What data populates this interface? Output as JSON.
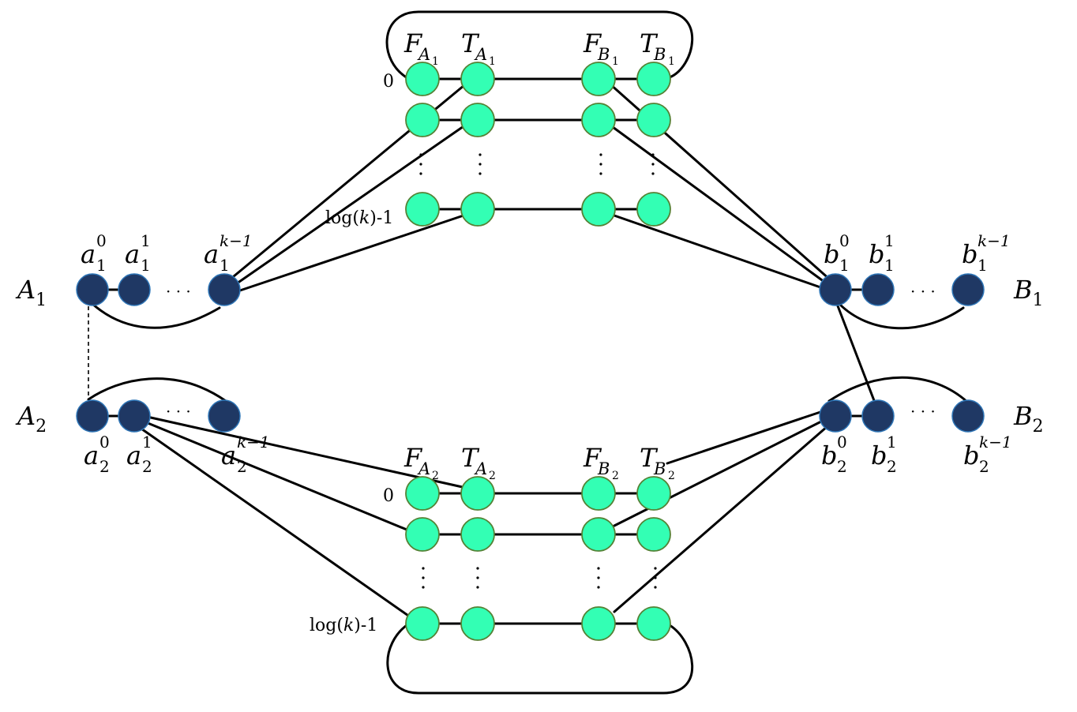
{
  "groups": {
    "A1": {
      "main": "A",
      "sub": "1"
    },
    "A2": {
      "main": "A",
      "sub": "2"
    },
    "B1": {
      "main": "B",
      "sub": "1"
    },
    "B2": {
      "main": "B",
      "sub": "2"
    }
  },
  "vertex_labels": {
    "a10": {
      "main": "a",
      "sub": "1",
      "sup": "0"
    },
    "a11": {
      "main": "a",
      "sub": "1",
      "sup": "1"
    },
    "a1k": {
      "main": "a",
      "sub": "1",
      "sup": "k−1"
    },
    "a20": {
      "main": "a",
      "sub": "2",
      "sup": "0"
    },
    "a21": {
      "main": "a",
      "sub": "2",
      "sup": "1"
    },
    "a2k": {
      "main": "a",
      "sub": "2",
      "sup": "k−1"
    },
    "b10": {
      "main": "b",
      "sub": "1",
      "sup": "0"
    },
    "b11": {
      "main": "b",
      "sub": "1",
      "sup": "1"
    },
    "b1k": {
      "main": "b",
      "sub": "1",
      "sup": "k−1"
    },
    "b20": {
      "main": "b",
      "sub": "2",
      "sup": "0"
    },
    "b21": {
      "main": "b",
      "sub": "2",
      "sup": "1"
    },
    "b2k": {
      "main": "b",
      "sub": "2",
      "sup": "k−1"
    }
  },
  "gadget_columns": {
    "FA1": {
      "main": "F",
      "sub": "A",
      "subsub": "1"
    },
    "TA1": {
      "main": "T",
      "sub": "A",
      "subsub": "1"
    },
    "FB1": {
      "main": "F",
      "sub": "B",
      "subsub": "1"
    },
    "TB1": {
      "main": "T",
      "sub": "B",
      "subsub": "1"
    },
    "FA2": {
      "main": "F",
      "sub": "A",
      "subsub": "2"
    },
    "TA2": {
      "main": "T",
      "sub": "A",
      "subsub": "2"
    },
    "FB2": {
      "main": "F",
      "sub": "B",
      "subsub": "2"
    },
    "TB2": {
      "main": "T",
      "sub": "B",
      "subsub": "2"
    }
  },
  "row_labels": {
    "top_first": "0",
    "top_last_pre": "log(",
    "top_last_var": "k",
    "top_last_post": ")-1",
    "bottom_first": "0",
    "bottom_last_pre": "log(",
    "bottom_last_var": "k",
    "bottom_last_post": ")-1"
  },
  "ellipsis": "· · ·",
  "colors": {
    "dark_vertex": "#1f3864",
    "gadget_vertex": "#33ffb4",
    "edge": "#000000"
  }
}
